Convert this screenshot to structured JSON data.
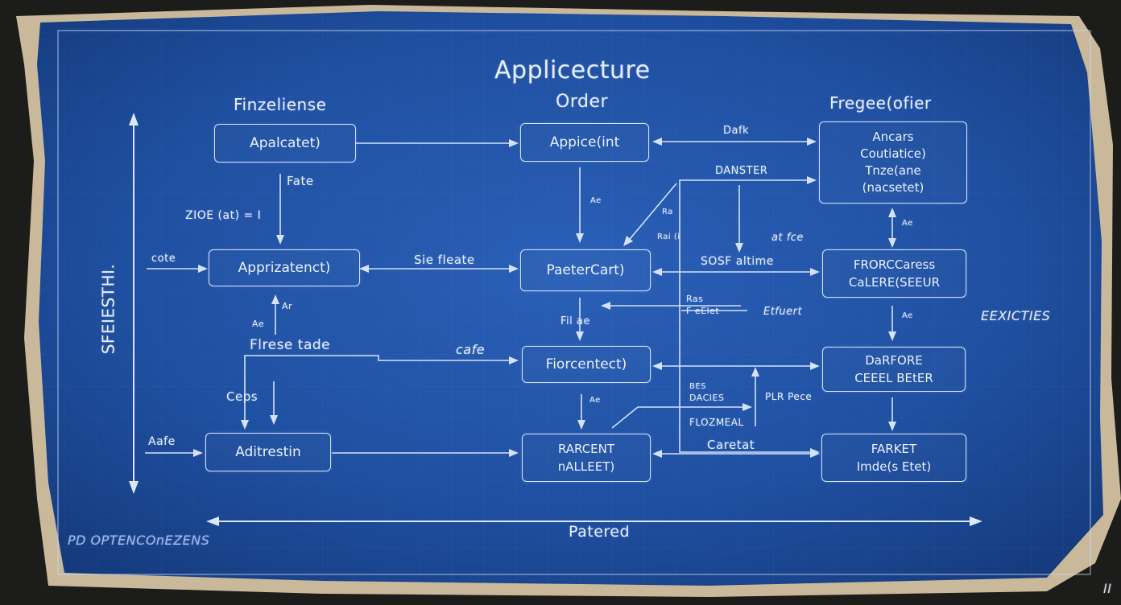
{
  "title": "Applicecture",
  "columns": {
    "left": "Finzeliense",
    "middle": "Order",
    "right": "Fregee(ofier"
  },
  "side_label_left": "SFEIESTHI.",
  "side_label_right": "EEXICTIES",
  "bottom_axis_label": "Patered",
  "bottom_left_note": "PD OPTENCOnEZENS",
  "corner_mark": "II",
  "nodes": {
    "l1": [
      "Apalcatet)"
    ],
    "l2": [
      "Apprizatenct)"
    ],
    "l3": [
      "Aditrestin"
    ],
    "m1": [
      "Appice(int"
    ],
    "m2": [
      "PaeterCart)"
    ],
    "m3": [
      "Fiorcentect)"
    ],
    "m4": [
      "RARCENT",
      "nALLEET)"
    ],
    "r1": [
      "Ancars",
      "Coutiatice)",
      "Tnze(ane",
      "(nacsetet)"
    ],
    "r2": [
      "FRORCCaress",
      "CaLERE(SEEUR"
    ],
    "r3": [
      "DaRFORE",
      "CEEEL BEtER"
    ],
    "r4": [
      "FARKET",
      "Imde(s Etet)"
    ]
  },
  "edge_labels": {
    "dafk": "Dafk",
    "danster": "DANSTER",
    "fate": "Fate",
    "zioe": "ZIOE (at) = I",
    "cote": "cote",
    "sie_fleate": "Sie fleate",
    "sosf_altime": "SOSF altime",
    "fire_tade": "Flrese tade",
    "cafe": "cafe",
    "ceps": "Ceps",
    "aafe": "Aafe",
    "ae_l": "Ae",
    "ar_l": "Ar",
    "fil_ae": "Fil ae",
    "ae_m1": "Ae",
    "ae_m3": "Ae",
    "ra_diag": "Ra",
    "rai_diag": "Rai (i",
    "at_fce": "at fce",
    "ae_r1": "Ae",
    "ae_r2": "Ae",
    "ras": "Ras",
    "fect": "F eElet",
    "effect": "Etfuert",
    "bes": "BES",
    "dacies": "DACIES",
    "flozmeal": "FLOZMEAL",
    "pir_pece": "PLR Pece",
    "caretat": "Caretat"
  },
  "colors": {
    "blueprint": "#1f4fa0",
    "ink": "#dbe7fb",
    "paper": "#c9b99a"
  }
}
